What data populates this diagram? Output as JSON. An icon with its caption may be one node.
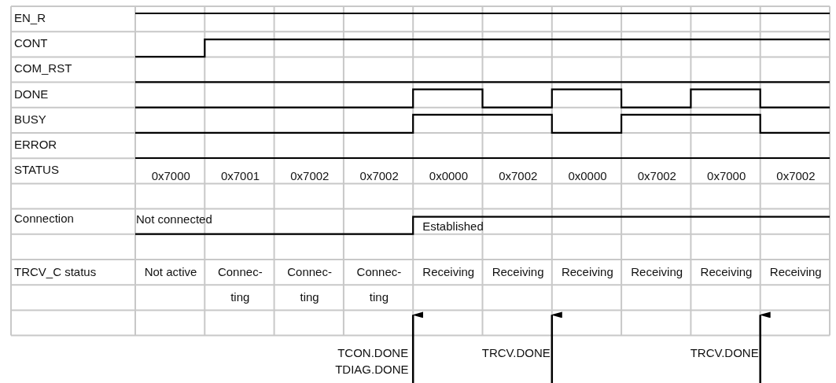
{
  "diagram": {
    "labels": [
      "EN_R",
      "CONT",
      "COM_RST",
      "DONE",
      "BUSY",
      "ERROR",
      "STATUS",
      "0x7000",
      "0x7001",
      "0x7002",
      "0x7002",
      "0x0000",
      "0x7002",
      "0x0000",
      "0x7002",
      "0x7000",
      "0x7002",
      "Connection",
      "Not connected",
      "Established",
      "TRCV_C status",
      "Not active",
      "Connec- ting",
      "Connec- ting",
      "Connec- ting",
      "Receiving",
      "Receiving",
      "Receiving",
      "Receiving",
      "Receiving",
      "Receiving",
      "TCON.DONE",
      "TDIAG.DONE",
      "TRCV.DONE",
      "TRCV.DONE"
    ]
  }
}
